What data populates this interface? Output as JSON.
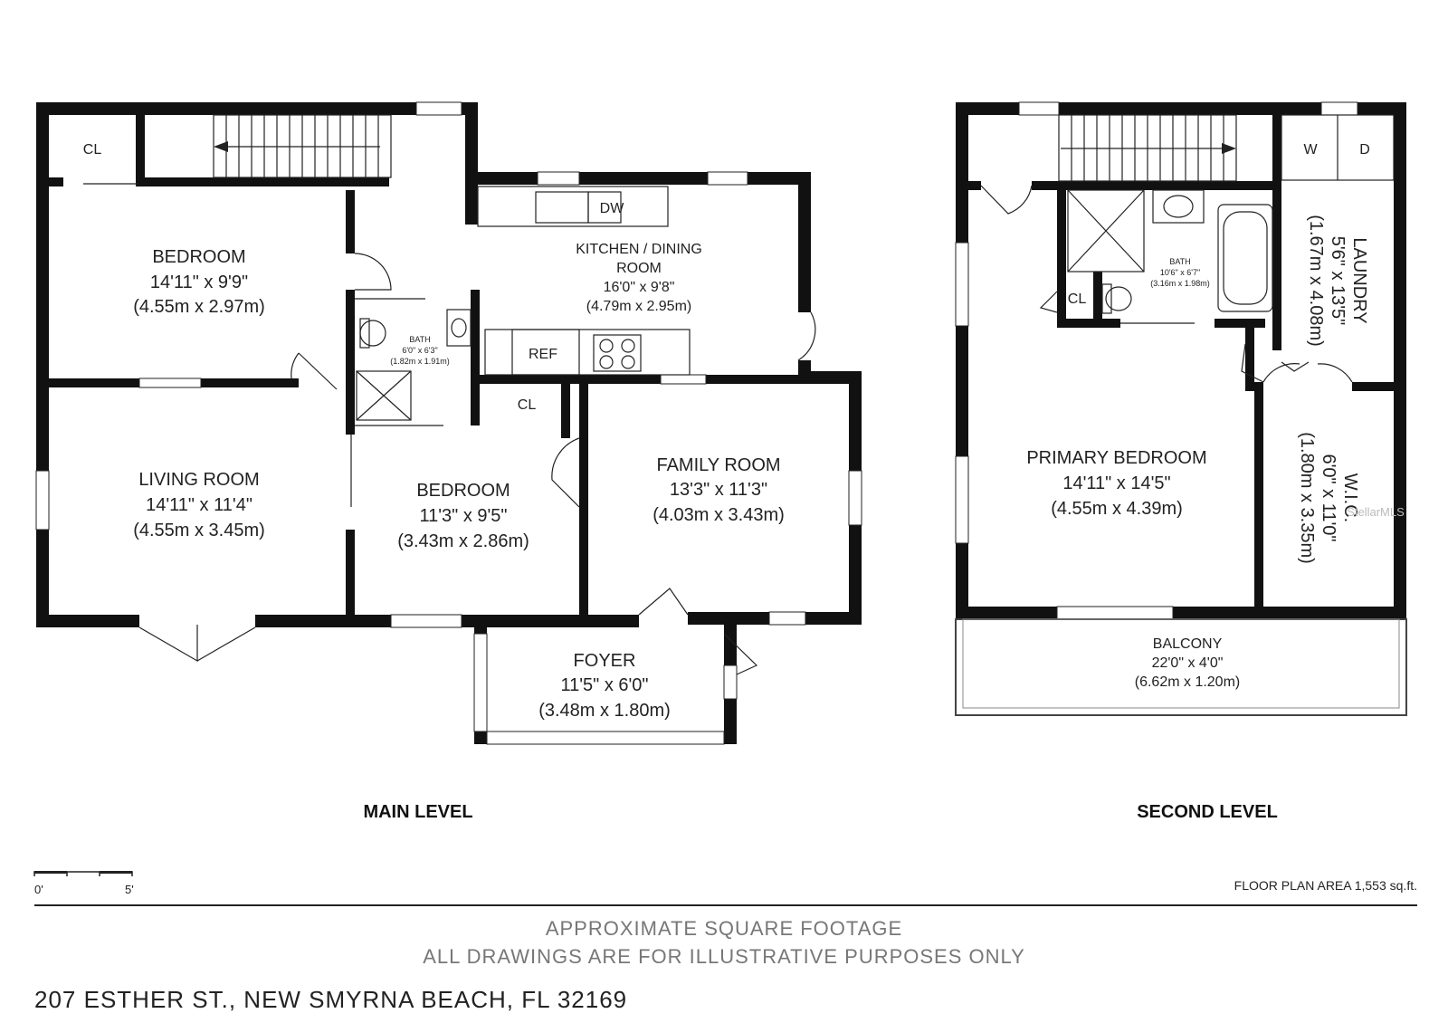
{
  "main_level": {
    "label": "MAIN LEVEL",
    "rooms": {
      "cl_top": "CL",
      "bedroom1": {
        "name": "BEDROOM",
        "ft": "14'11\" x 9'9\"",
        "m": "(4.55m x 2.97m)"
      },
      "living": {
        "name": "LIVING ROOM",
        "ft": "14'11\" x 11'4\"",
        "m": "(4.55m x 3.45m)"
      },
      "bath": {
        "name": "BATH",
        "ft": "6'0\" x 6'3\"",
        "m": "(1.82m x 1.91m)"
      },
      "bedroom2": {
        "name": "BEDROOM",
        "ft": "11'3\" x 9'5\"",
        "m": "(3.43m x 2.86m)"
      },
      "kitchen": {
        "name1": "KITCHEN / DINING",
        "name2": "ROOM",
        "ft": "16'0\" x 9'8\"",
        "m": "(4.79m x 2.95m)"
      },
      "dw": "DW",
      "ref": "REF",
      "cl_mid": "CL",
      "family": {
        "name": "FAMILY ROOM",
        "ft": "13'3\" x 11'3\"",
        "m": "(4.03m x 3.43m)"
      },
      "foyer": {
        "name": "FOYER",
        "ft": "11'5\" x 6'0\"",
        "m": "(3.48m x 1.80m)"
      }
    }
  },
  "second_level": {
    "label": "SECOND LEVEL",
    "rooms": {
      "w": "W",
      "d": "D",
      "laundry": {
        "name": "LAUNDRY",
        "ft": "5'6\" x 13'5\"",
        "m": "(1.67m x 4.08m)"
      },
      "bath": {
        "name": "BATH",
        "ft": "10'6\" x 6'7\"",
        "m": "(3.16m x 1.98m)"
      },
      "cl": "CL",
      "primary": {
        "name": "PRIMARY BEDROOM",
        "ft": "14'11\" x 14'5\"",
        "m": "(4.55m x 4.39m)"
      },
      "wic": {
        "name": "W.I.C.",
        "ft": "6'0\" x 11'0\"",
        "m": "(1.80m x 3.35m)"
      },
      "balcony": {
        "name": "BALCONY",
        "ft": "22'0\" x 4'0\"",
        "m": "(6.62m x 1.20m)"
      }
    }
  },
  "scale": {
    "start": "0'",
    "end": "5'"
  },
  "floor_area": "FLOOR PLAN AREA 1,553 sq.ft.",
  "footer": {
    "line1": "APPROXIMATE SQUARE FOOTAGE",
    "line2": "ALL DRAWINGS ARE FOR ILLUSTRATIVE PURPOSES ONLY",
    "address": "207 ESTHER ST., NEW SMYRNA BEACH, FL 32169"
  },
  "watermark": "StellarMLS",
  "colors": {
    "wall": "#111111",
    "footer_text": "#777777",
    "background": "#ffffff"
  }
}
